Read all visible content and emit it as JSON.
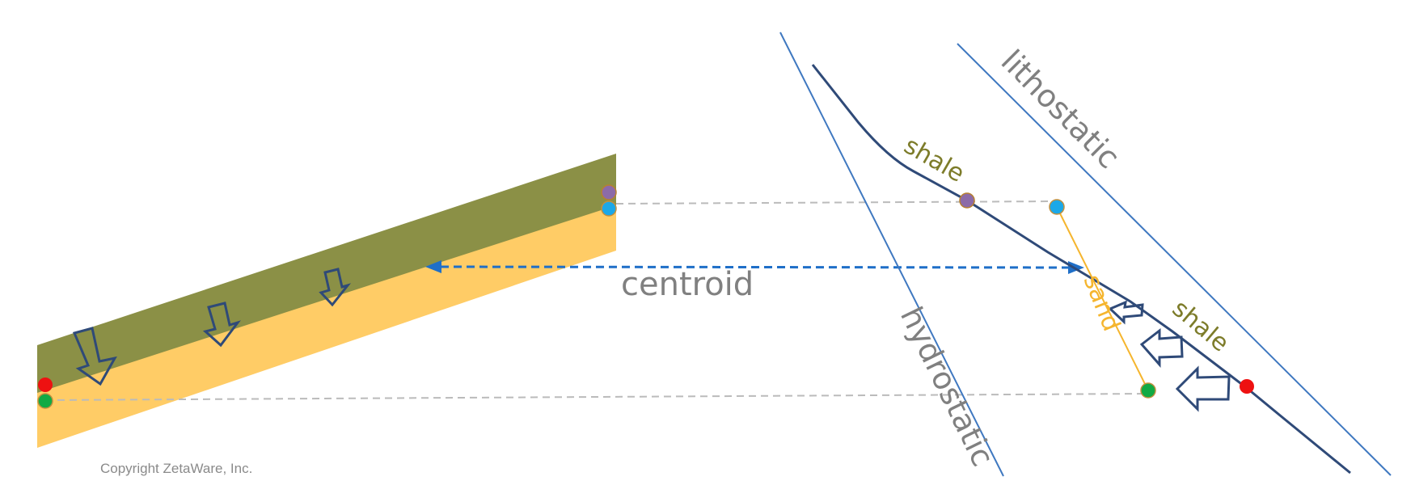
{
  "labels": {
    "centroid": "centroid",
    "hydrostatic": "hydrostatic",
    "lithostatic": "lithostatic",
    "shale_upper": "shale",
    "shale_lower": "shale",
    "sand": "sand"
  },
  "copyright": "Copyright ZetaWare, Inc.",
  "colors": {
    "shale_layer": "#8B9046",
    "sand_layer": "#FFCC66",
    "reference_line": "#3F78C0",
    "pressure_curve": "#2F4A78",
    "centroid_arrow": "#1F6FC8",
    "sand_line": "#F5B52E",
    "shale_text": "#7D7C2A",
    "sand_text": "#F5B52E",
    "label_text": "#808080",
    "purple_dot": "#8C6BA8",
    "cyan_dot": "#1BA8E8",
    "red_dot": "#EE1111",
    "green_dot": "#11AA44",
    "dashed_guide": "#BBBBBB"
  },
  "icons": {
    "flow_arrow": "hollow-arrow-icon",
    "marker": "circle-marker-icon"
  }
}
